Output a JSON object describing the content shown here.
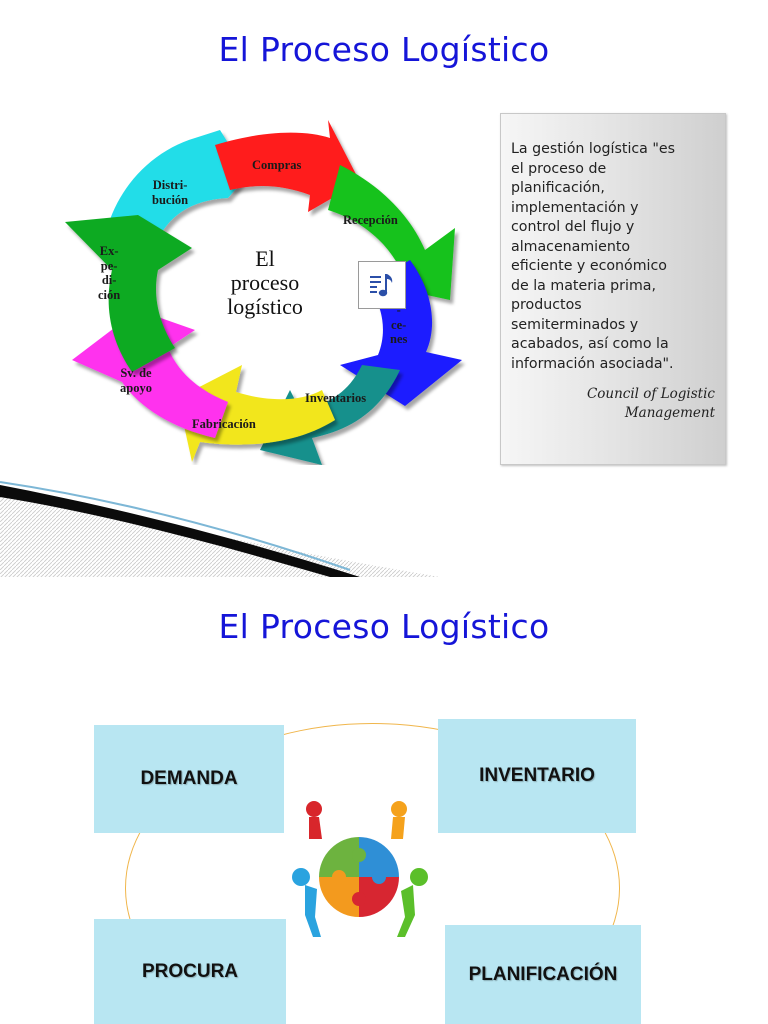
{
  "slide1": {
    "title": "El Proceso Logístico",
    "cycle": {
      "center": "El\nproceso\nlogístico",
      "segments": [
        {
          "label": "Compras",
          "color": "#ff1a1a"
        },
        {
          "label": "Recepción",
          "color": "#16c21a"
        },
        {
          "label": "Almacenes",
          "color": "#1a1aff"
        },
        {
          "label": "Inventarios",
          "color": "#16908c"
        },
        {
          "label": "Fabricación",
          "color": "#f2e61a"
        },
        {
          "label": "Sv. de\napoyo",
          "color": "#ff33ee"
        },
        {
          "label": "Ex-\npe-\ndi-\nción",
          "color": "#11aa22"
        },
        {
          "label": "Distri-\nbución",
          "color": "#22dde8"
        }
      ],
      "partial_label": "-\nce-\nnes",
      "audio_icon": "music-note-icon"
    },
    "quote": {
      "text": "La gestión logística \"es\nel proceso de\nplanificación,\nimplementación y\ncontrol del flujo y\nalmacenamiento\neficiente y económico\nde la materia prima,\nproductos\nsemiterminados y\nacabados, así como la\ninformación asociada\".",
      "author": "Council of Logistic\nManagement"
    }
  },
  "slide2": {
    "title": "El Proceso Logístico",
    "boxes": {
      "demanda": "DEMANDA",
      "inventario": "INVENTARIO",
      "procura": "PROCURA",
      "planificacion": "PLANIFICACIÓN"
    },
    "colors": {
      "box": "#b8e6f2",
      "oval": "#f0b64c",
      "title": "#1515d8"
    }
  }
}
